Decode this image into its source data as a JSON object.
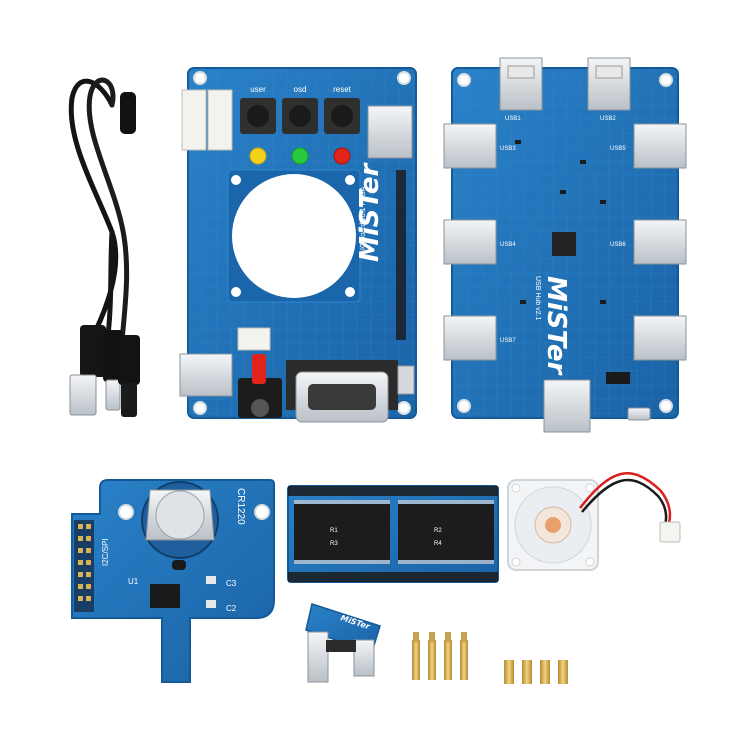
{
  "main_board": {
    "button_labels": [
      "user",
      "osd",
      "reset"
    ],
    "logo": "MiSTer",
    "side_text": "IO board v6.1 FPGA"
  },
  "usb_hub": {
    "logo": "MiSTer",
    "sub_text": "USB Hub v2.1",
    "port_labels": [
      "USB1",
      "USB2",
      "USB3",
      "USB4",
      "USB5",
      "USB6",
      "USB7"
    ]
  },
  "rtc_board": {
    "title": "CR1220",
    "part_label": "I2C/SPI",
    "c3": "C3",
    "c2": "C2",
    "u1": "U1"
  },
  "ram_board": {
    "labels": [
      "R1",
      "R2",
      "R3",
      "R4"
    ]
  },
  "adapter": {
    "logo": "MiSTer"
  },
  "colors": {
    "pcb_blue": "#1e6fb4",
    "pcb_edge": "#145a98",
    "led_yellow": "#f2d11a",
    "led_green": "#27c93f",
    "led_red": "#e2231a",
    "brass": "#d8b25a"
  }
}
